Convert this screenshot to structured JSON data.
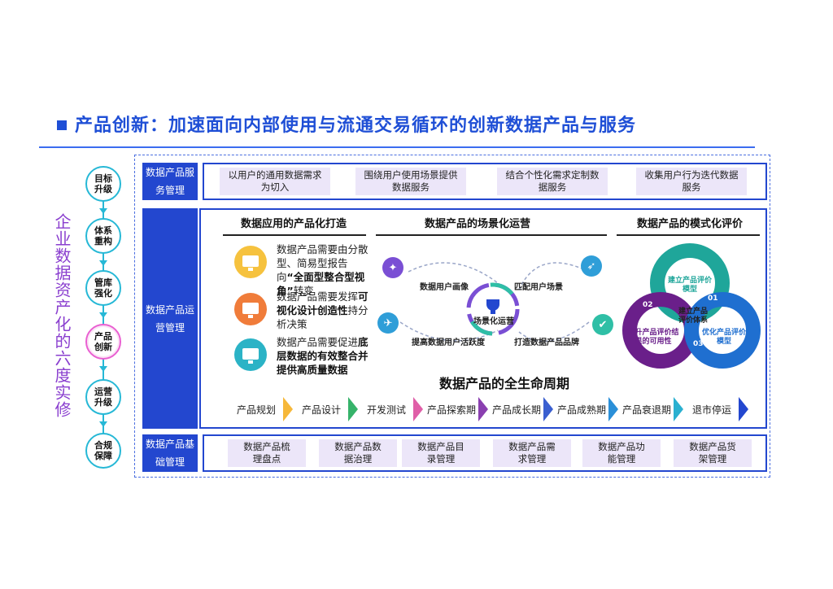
{
  "header": {
    "title": "产品创新：加速面向内部使用与流通交易循环的创新数据产品与服务"
  },
  "left": {
    "vertical_title": "企业数据资产化的六度实修",
    "stages": [
      "目标升级",
      "体系重构",
      "管库强化",
      "产品创新",
      "运营升级",
      "合规保障"
    ],
    "active_stage": "产品创新"
  },
  "top_band": {
    "label": "数据产品服务管理",
    "items": [
      "以用户的通用数据需求为切入",
      "围绕用户使用场景提供数据服务",
      "结合个性化需求定制数据服务",
      "收集用户行为迭代数据服务"
    ]
  },
  "main": {
    "label": "数据产品运营管理",
    "col1": {
      "title": "数据应用的产品化打造",
      "items": [
        {
          "pre": "数据产品需要由分散型、简易型报告向",
          "bold": "“全面型整合型视角”",
          "post": "转变",
          "icon": "monitor-icon",
          "color": "#f6c23e"
        },
        {
          "pre": "数据产品需要发挥",
          "bold": "可视化设计创造性",
          "post": "持分析决策",
          "icon": "head-brain-icon",
          "color": "#f07c3a"
        },
        {
          "pre": "数据产品需要促进",
          "bold": "底层数据的有效整合并提供高质量数据",
          "post": "",
          "icon": "dashboard-icon",
          "color": "#2bb3c6"
        }
      ]
    },
    "col2": {
      "title": "数据产品的场景化运营",
      "center": "场景化运营",
      "labels": [
        "数据用户画像",
        "匹配用户场景",
        "提高数据用户活跃度",
        "打造数据产品品牌"
      ],
      "icons": [
        "bulb-icon",
        "rocket-icon",
        "plane-icon",
        "thumbs-up-icon"
      ],
      "icon_colors": [
        "#7a4fd4",
        "#2f9ed8",
        "#2f9ed8",
        "#2fbfa6"
      ]
    },
    "col3": {
      "title": "数据产品的模式化评价",
      "center": "建立产品评价体系",
      "circles": [
        {
          "num": "01",
          "text": "建立产品评价模型",
          "color": "#1fa69a"
        },
        {
          "num": "02",
          "text": "提升产品评价结果的可用性",
          "color": "#6a1f8a"
        },
        {
          "num": "03",
          "text": "优化产品评价模型",
          "color": "#1f6fd0"
        }
      ]
    },
    "lifecycle": {
      "title": "数据产品的全生命周期",
      "steps": [
        "产品规划",
        "产品设计",
        "开发测试",
        "产品探索期",
        "产品成长期",
        "产品成熟期",
        "产品衰退期",
        "退市停运"
      ],
      "colors": [
        "#f6b83a",
        "#36b36a",
        "#e05fa8",
        "#8a3fb0",
        "#3a5fd0",
        "#2a8fd8",
        "#2ab0d0",
        "#2347cf"
      ]
    }
  },
  "bottom_band": {
    "label": "数据产品基础管理",
    "items": [
      "数据产品梳理盘点",
      "数据产品数据治理",
      "数据产品目录管理",
      "数据产品需求管理",
      "数据产品功能管理",
      "数据产品货架管理"
    ]
  }
}
